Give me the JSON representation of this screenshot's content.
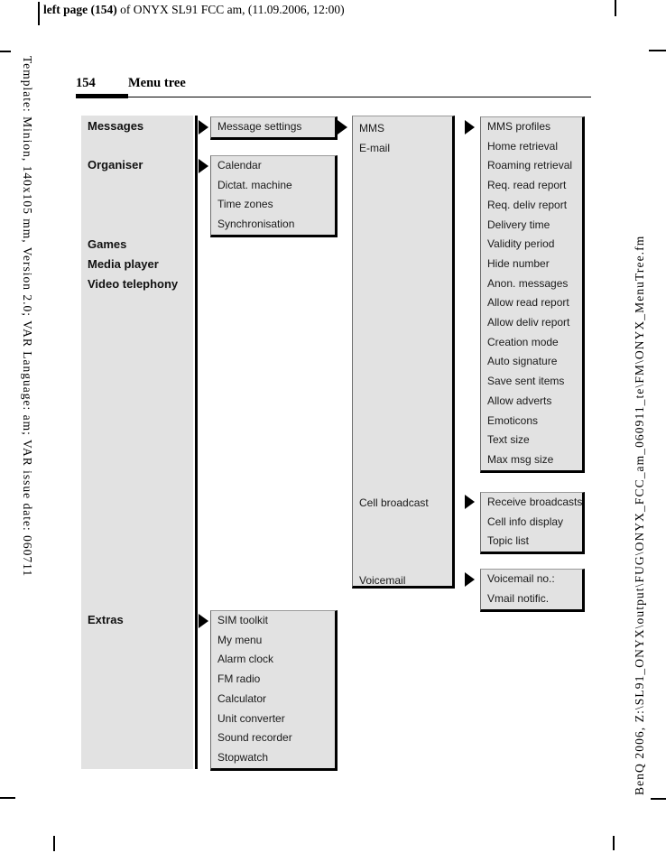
{
  "header": {
    "left_bold": "left page (154)",
    "left_rest": " of ONYX SL91 FCC am, (11.09.2006, 12:00)"
  },
  "gutters": {
    "left": "Template: Minion, 140x105 mm, Version 2.0; VAR Language: am; VAR issue date: 060711",
    "right": "BenQ 2006, Z:\\SL91_ONYX\\output\\FUG\\ONYX_FCC_am_060911_te\\FM\\ONYX_MenuTree.fm"
  },
  "page": {
    "number": "154",
    "title": "Menu tree"
  },
  "menu_tree": {
    "level1": [
      "Messages",
      "Organiser",
      "Games",
      "Media player",
      "Video telephony",
      "Extras"
    ],
    "message_settings": {
      "items": [
        "Message settings"
      ]
    },
    "organiser_menu": {
      "items": [
        "Calendar",
        "Dictat. machine",
        "Time zones",
        "Synchronisation"
      ]
    },
    "extras_menu": {
      "items": [
        "SIM toolkit",
        "My menu",
        "Alarm clock",
        "FM radio",
        "Calculator",
        "Unit converter",
        "Sound recorder",
        "Stopwatch"
      ]
    },
    "messages_submenu": {
      "items": [
        "MMS",
        "E-mail",
        "Cell broadcast",
        "Voicemail"
      ]
    },
    "mms_settings": {
      "items": [
        "MMS profiles",
        "Home retrieval",
        "Roaming retrieval",
        "Req. read report",
        "Req. deliv report",
        "Delivery time",
        "Validity period",
        "Hide number",
        "Anon. messages",
        "Allow read report",
        "Allow deliv report",
        "Creation mode",
        "Auto signature",
        "Save sent items",
        "Allow adverts",
        "Emoticons",
        "Text size",
        "Max msg size"
      ]
    },
    "cell_broadcast_menu": {
      "items": [
        "Receive broadcasts",
        "Cell info display",
        "Topic list"
      ]
    },
    "voicemail_menu": {
      "items": [
        "Voicemail no.:",
        "Vmail notific."
      ]
    }
  },
  "colors": {
    "box_fill": "#e2e2e2",
    "box_shadow": "#000000",
    "text": "#1a1a1a"
  }
}
